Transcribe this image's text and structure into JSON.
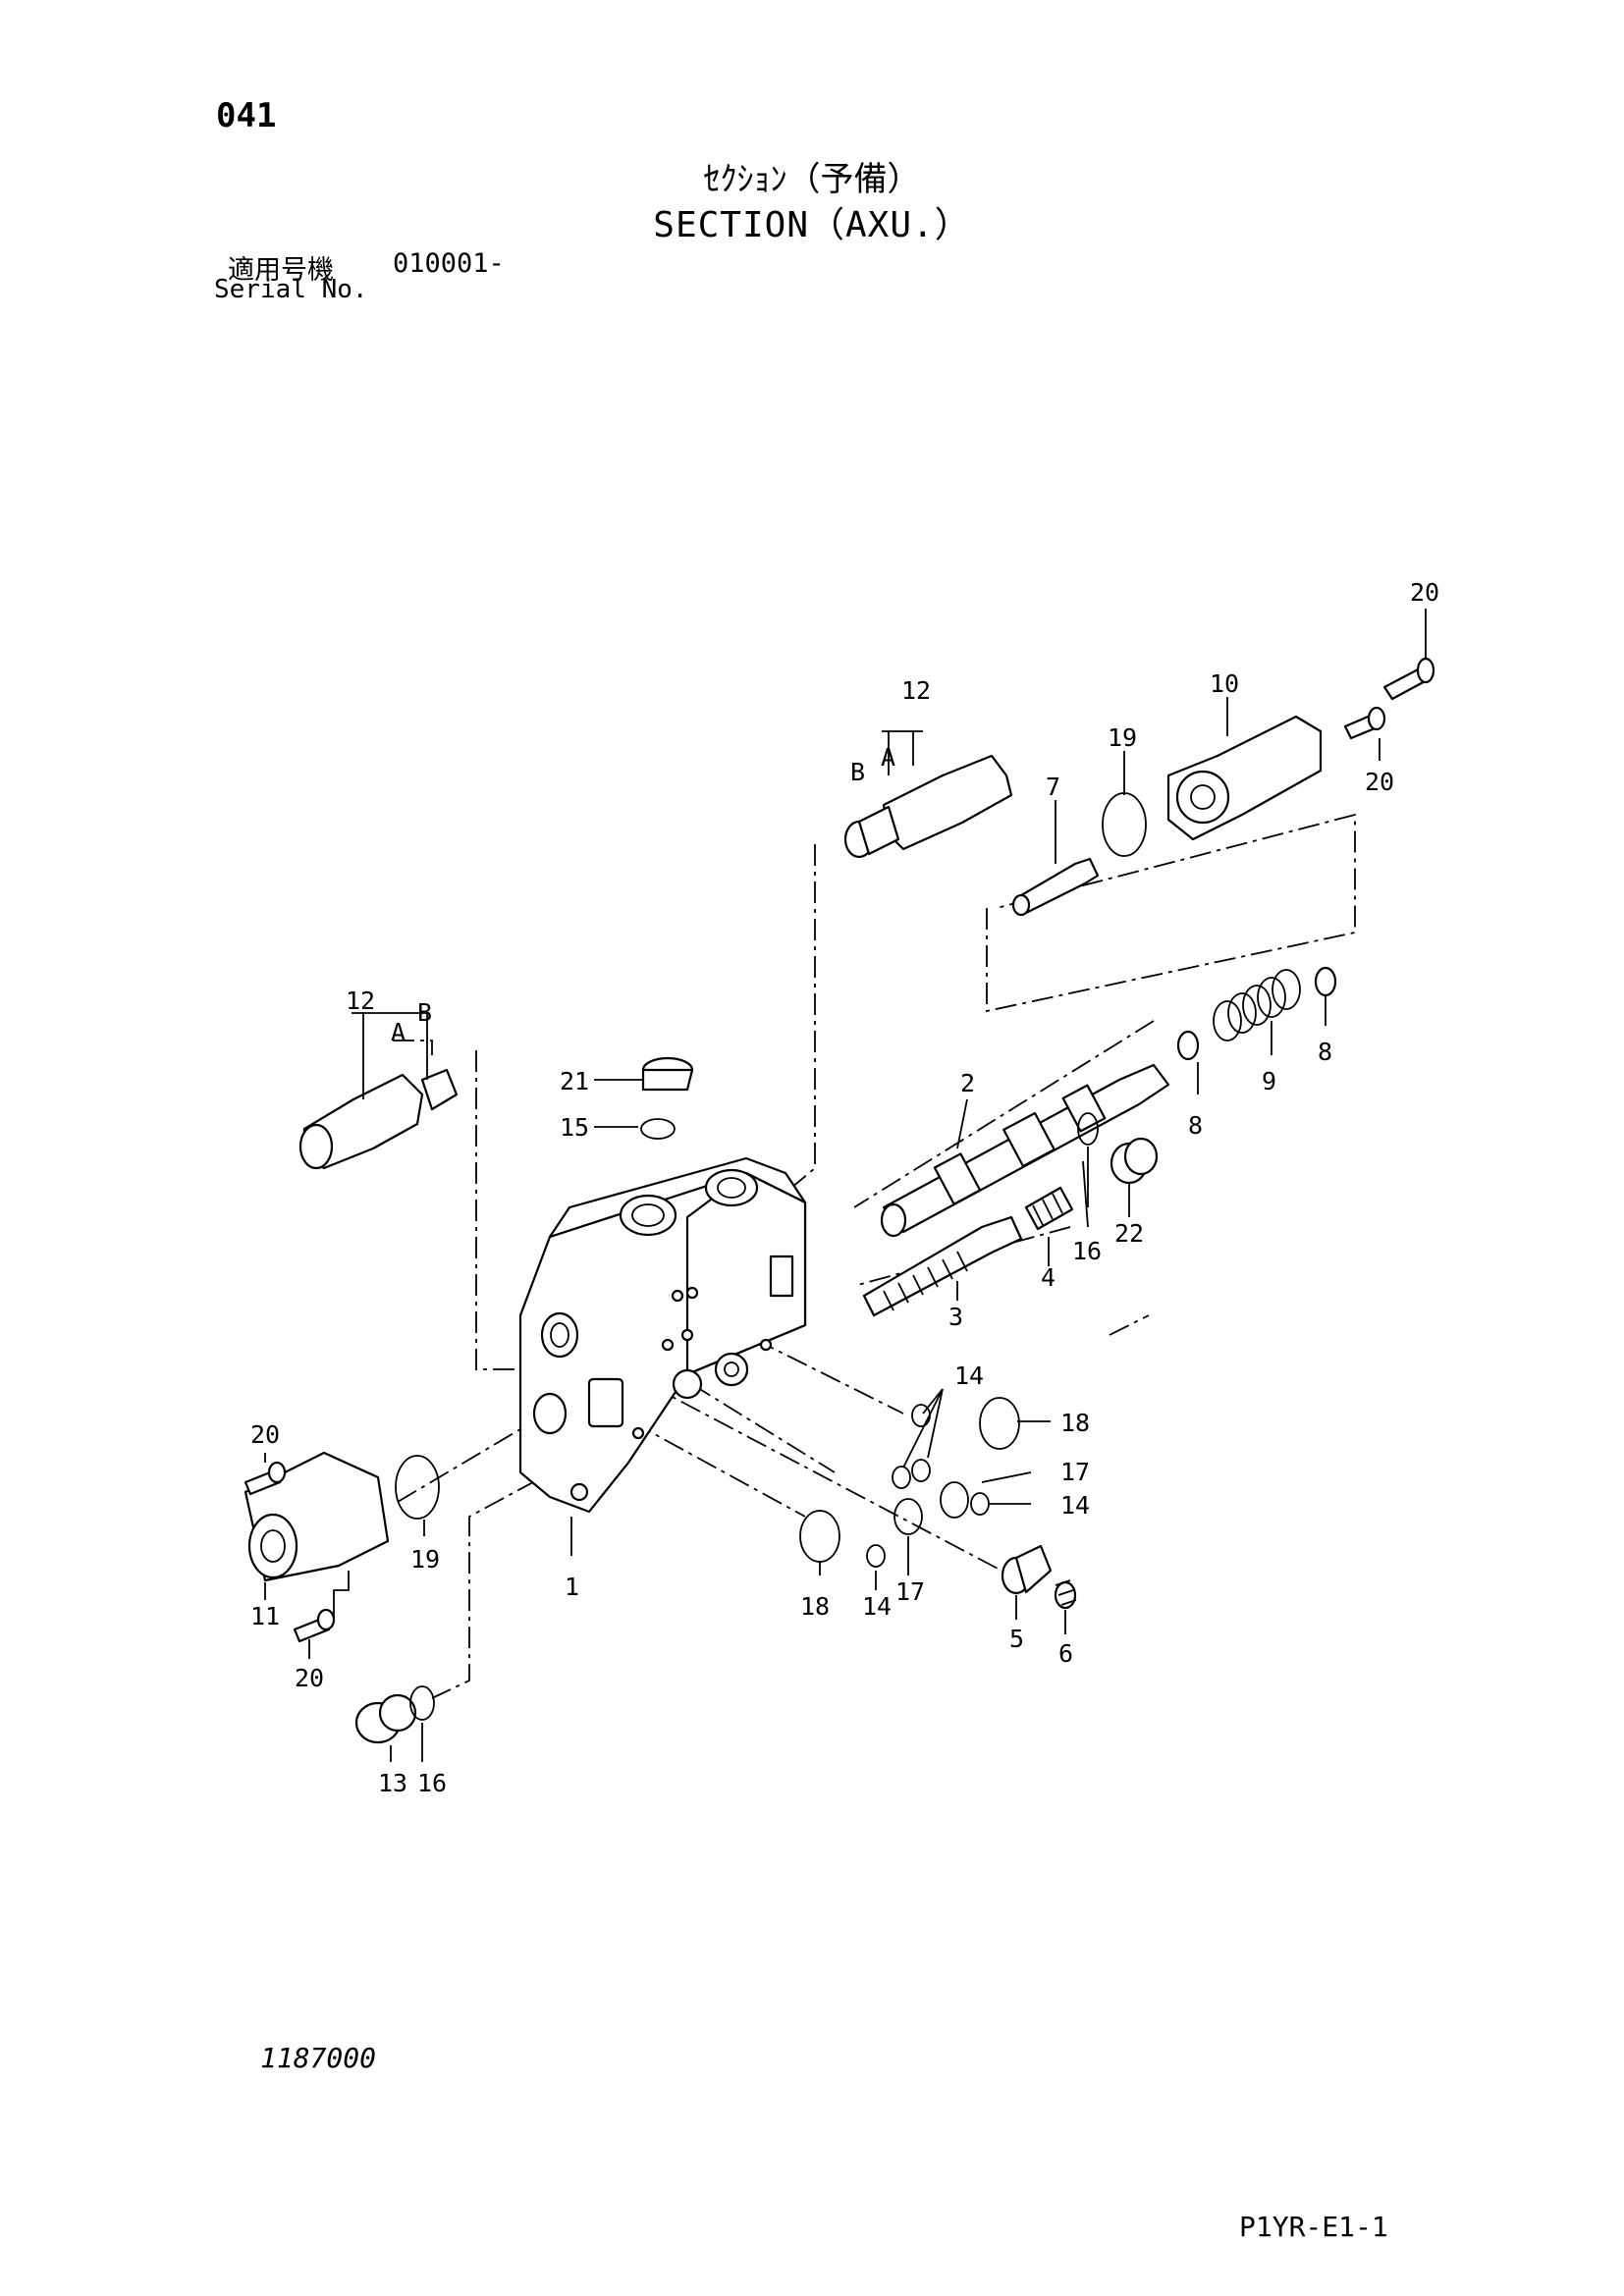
{
  "header": {
    "page_number": "041",
    "title_jp": "ｾｸｼｮﾝ（予備）",
    "title_en": "SECTION（AXU.）",
    "serial_label_jp": "適用号機",
    "serial_value": "010001-",
    "serial_label_en": "Serial No."
  },
  "footer": {
    "drawing_number": "1187000",
    "page_code": "P1YR-E1-1"
  },
  "callouts": {
    "c1": "1",
    "c2": "2",
    "c3": "3",
    "c4": "4",
    "c5": "5",
    "c6": "6",
    "c7": "7",
    "c8a": "8",
    "c8b": "8",
    "c9": "9",
    "c10": "10",
    "c11": "11",
    "c12a": "12",
    "c12b": "12",
    "c13": "13",
    "c14a": "14",
    "c14b": "14",
    "c14c": "14",
    "c15": "15",
    "c16a": "16",
    "c16b": "16",
    "c17a": "17",
    "c17b": "17",
    "c18a": "18",
    "c18b": "18",
    "c19a": "19",
    "c19b": "19",
    "c20a": "20",
    "c20b": "20",
    "c20c": "20",
    "c20d": "20",
    "c21": "21",
    "c22": "22",
    "pA1": "A",
    "pB1": "B",
    "pA2": "A",
    "pB2": "B"
  }
}
